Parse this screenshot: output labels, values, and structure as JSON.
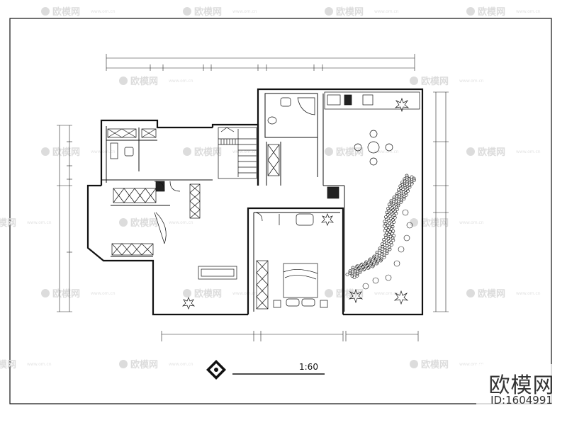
{
  "drawing": {
    "title": "",
    "scale": "1:60"
  },
  "dimensions": {
    "top_overall": "",
    "top_segments": [
      "",
      "",
      "",
      "",
      "",
      "",
      "",
      "",
      ""
    ],
    "bottom_segments": [
      "",
      "",
      "",
      ""
    ],
    "left_segments": [
      "",
      "",
      "",
      "",
      "",
      ""
    ],
    "right_segments": [
      "",
      "",
      "",
      ""
    ]
  },
  "room_notes": [
    "",
    "",
    "",
    "",
    "",
    "",
    "",
    "",
    "",
    "",
    "",
    "",
    "",
    "",
    "",
    ""
  ],
  "watermark": {
    "brand": "欧模网",
    "url": "www.om.cn"
  },
  "brand_stamp": {
    "name": "欧模网",
    "id": "ID:1604991"
  },
  "colors": {
    "ink": "#111111",
    "watermark": "#dcdcdc",
    "paper": "#ffffff"
  }
}
